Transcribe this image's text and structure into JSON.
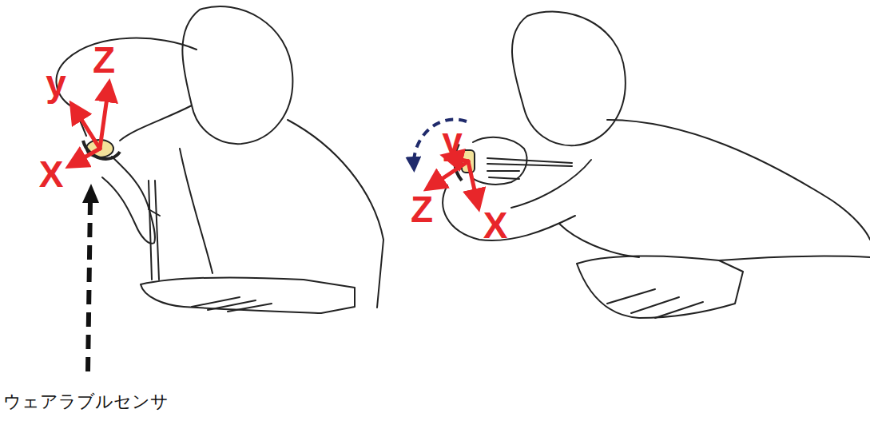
{
  "diagram": {
    "labels": [
      "Z",
      "y",
      "X",
      "y",
      "Z",
      "X",
      "ウェアラブルセンサ"
    ]
  }
}
